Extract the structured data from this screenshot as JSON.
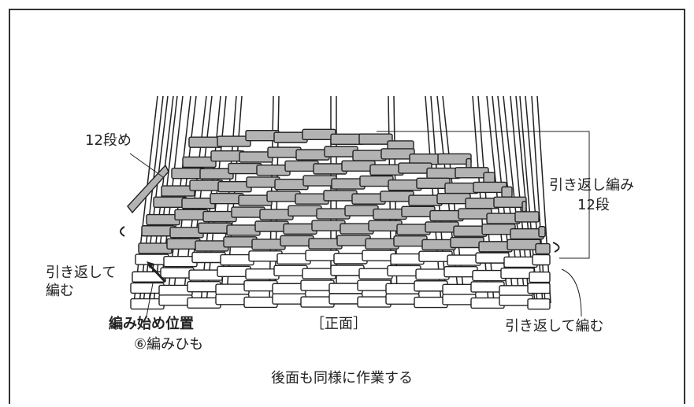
{
  "labels": {
    "row12": "12段め",
    "turn_weave_title": "引き返し編み",
    "turn_weave_rows": "12段",
    "left_turn_line1": "引き返して",
    "left_turn_line2": "編む",
    "start_position": "編み始め位置",
    "cord": "⑥編みひも",
    "front": "［正面］",
    "right_turn": "引き返して編む",
    "back_note": "後面も同様に作業する"
  },
  "colors": {
    "weaver_gray": "#b3b3b3",
    "weaver_white": "#ffffff",
    "stroke": "#222222",
    "frame_border": "#333333"
  }
}
